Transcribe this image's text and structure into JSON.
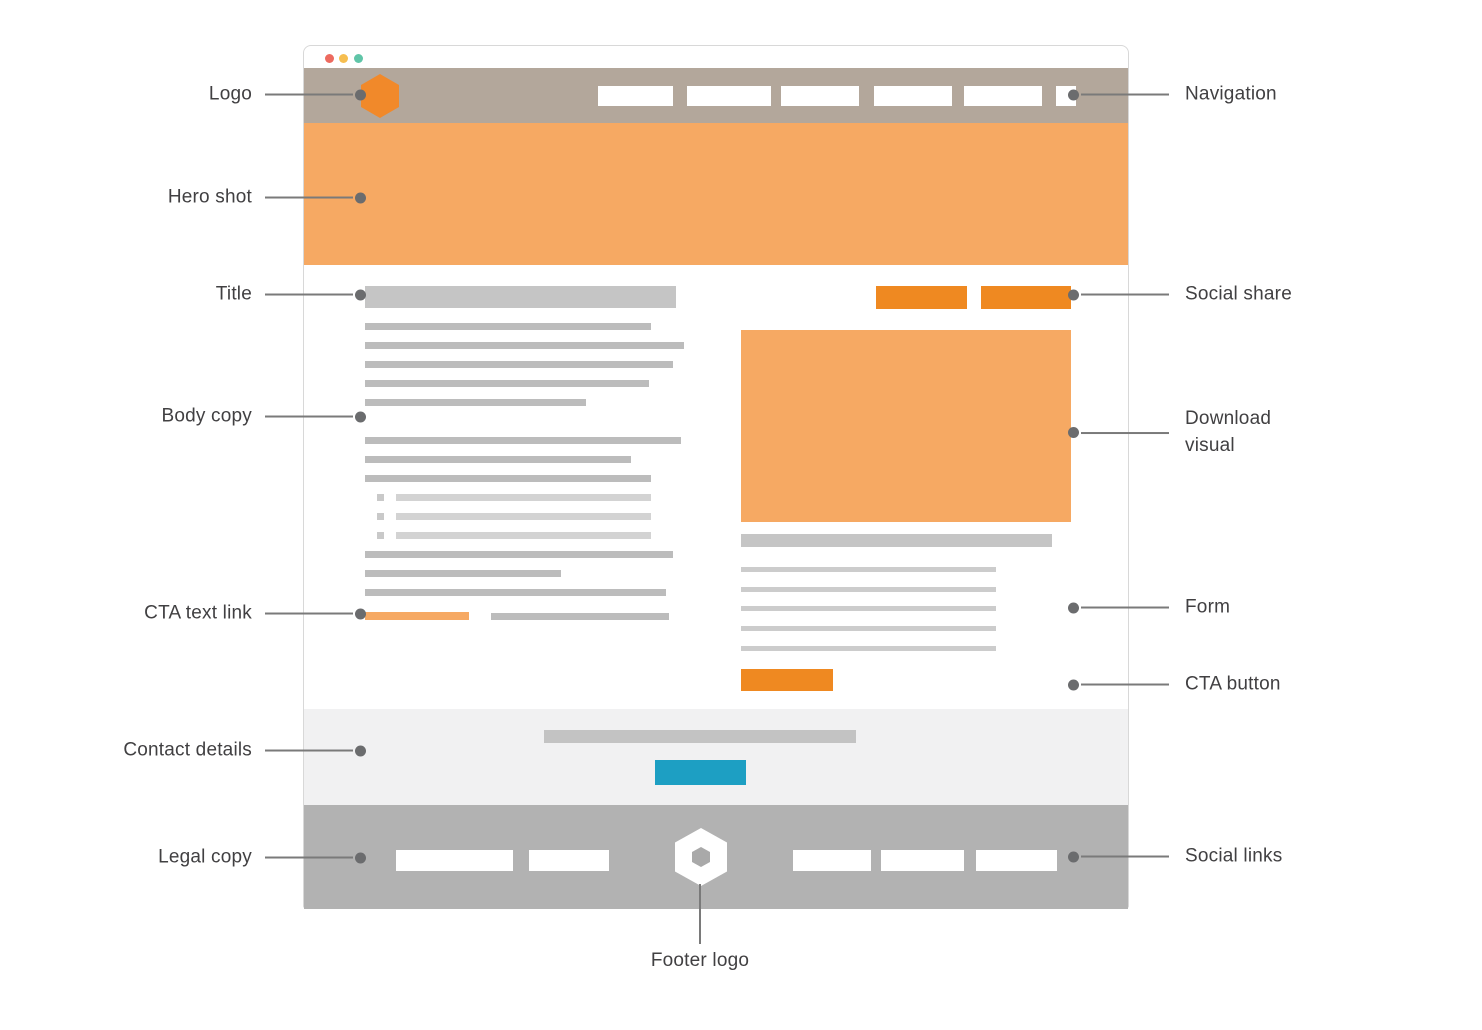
{
  "annotations": {
    "left": [
      {
        "id": "logo",
        "label": "Logo"
      },
      {
        "id": "hero-shot",
        "label": "Hero shot"
      },
      {
        "id": "title",
        "label": "Title"
      },
      {
        "id": "body-copy",
        "label": "Body copy"
      },
      {
        "id": "cta-text-link",
        "label": "CTA text link"
      },
      {
        "id": "contact-details",
        "label": "Contact details"
      },
      {
        "id": "legal-copy",
        "label": "Legal copy"
      }
    ],
    "right": [
      {
        "id": "navigation",
        "label": "Navigation"
      },
      {
        "id": "social-share",
        "label": "Social share"
      },
      {
        "id": "download-visual",
        "label": "Download visual"
      },
      {
        "id": "form",
        "label": "Form"
      },
      {
        "id": "cta-button",
        "label": "CTA button"
      },
      {
        "id": "social-links",
        "label": "Social links"
      }
    ],
    "bottom": [
      {
        "id": "footer-logo",
        "label": "Footer logo"
      }
    ]
  },
  "browser": {
    "traffic_lights": [
      "close-icon",
      "minimize-icon",
      "zoom-icon"
    ],
    "logo_icon": "hexagon-icon",
    "footer_logo_icon": "hexagon-icon",
    "nav_placeholder_count": 6
  },
  "colors": {
    "accent_orange": "#ef8921",
    "light_orange": "#f6a963",
    "logo_orange": "#f1892a",
    "teal_button": "#1d9fc3",
    "header_taupe": "#b3a79b",
    "footer_gray": "#b2b2b2",
    "placeholder_gray": "#c5c5c5",
    "body_line_gray": "#bcbcbc",
    "contact_background": "#f1f1f2",
    "annotation_text": "#414042",
    "annotation_line": "#7a7a7a",
    "annotation_dot": "#6b6c6e",
    "traffic_red": "#ed6a5f",
    "traffic_yellow": "#f6be50",
    "traffic_green": "#60c5a8"
  }
}
